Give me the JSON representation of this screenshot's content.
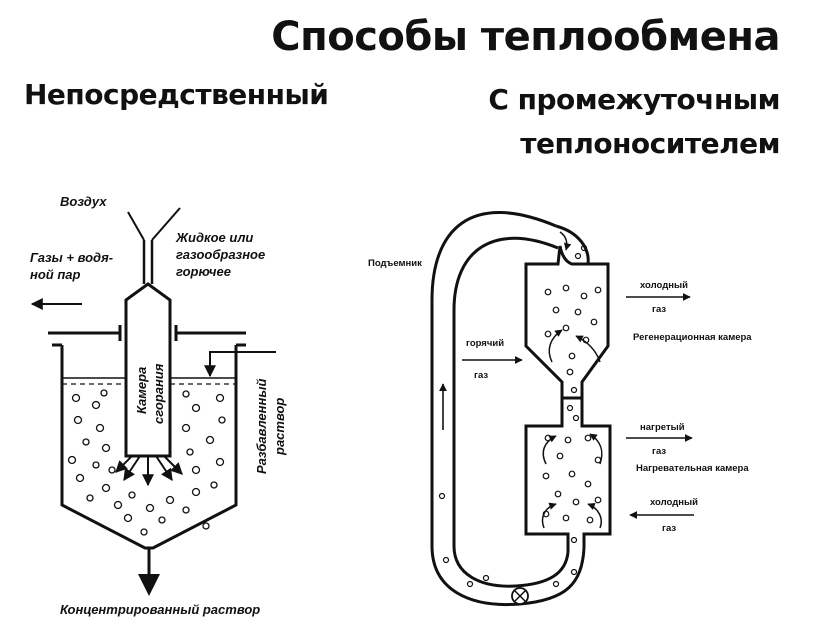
{
  "title": "Способы теплообмена",
  "left": {
    "heading": "Непосредственный",
    "labels": {
      "air": "Воздух",
      "fuel_line1": "Жидкое или",
      "fuel_line2": "газообразное",
      "fuel_line3": "горючее",
      "gases_line1": "Газы + водя-",
      "gases_line2": "ной пар",
      "chamber_line1": "Камера",
      "chamber_line2": "сгорания",
      "dilute_line1": "Разбавленный",
      "dilute_line2": "раствор",
      "concentrated": "Концентрированный раствор"
    }
  },
  "right": {
    "heading_line1": "С промежуточным",
    "heading_line2": "теплоносителем",
    "labels": {
      "lift": "Подъемник",
      "hot_line1": "горячий",
      "hot_line2": "газ",
      "cold_top_line1": "холодный",
      "cold_top_line2": "газ",
      "regen": "Регенерационная камера",
      "heated_line1": "нагретый",
      "heated_line2": "газ",
      "heating": "Нагревательная камера",
      "cold_bottom_line1": "холодный",
      "cold_bottom_line2": "газ"
    }
  }
}
